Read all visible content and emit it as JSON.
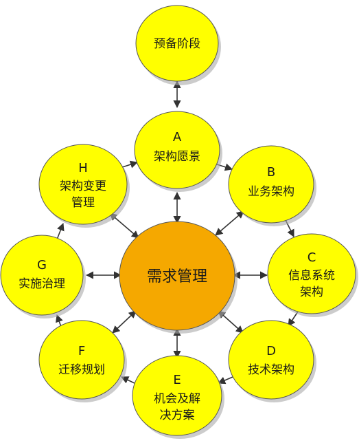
{
  "diagram": {
    "colors": {
      "node_fill": "#ffff00",
      "node_stroke": "#555555",
      "center_fill": "#f5a800",
      "shadow": "#aaaaaa",
      "arrow": "#333333"
    },
    "center": {
      "label": "需求管理"
    },
    "preliminary": {
      "label": "预备阶段"
    },
    "phases": {
      "a": {
        "letter": "A",
        "lines": [
          "架构愿景"
        ]
      },
      "b": {
        "letter": "B",
        "lines": [
          "业务架构"
        ]
      },
      "c": {
        "letter": "C",
        "lines": [
          "信息系统",
          "架构"
        ]
      },
      "d": {
        "letter": "D",
        "lines": [
          "技术架构"
        ]
      },
      "e": {
        "letter": "E",
        "lines": [
          "机会及解",
          "决方案"
        ]
      },
      "f": {
        "letter": "F",
        "lines": [
          "迁移规划"
        ]
      },
      "g": {
        "letter": "G",
        "lines": [
          "实施治理"
        ]
      },
      "h": {
        "letter": "H",
        "lines": [
          "架构变更",
          "管理"
        ]
      }
    }
  }
}
